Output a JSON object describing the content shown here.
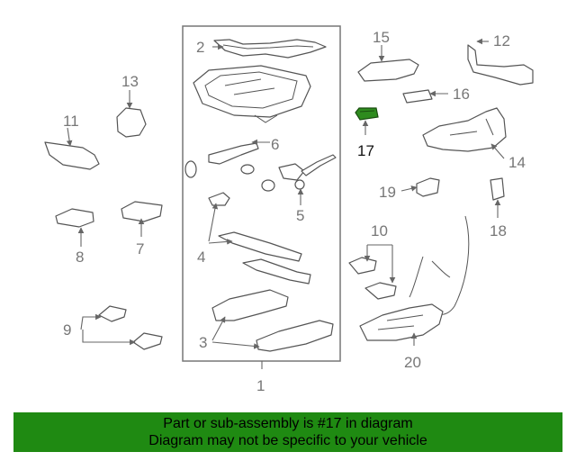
{
  "diagram": {
    "callouts": [
      "1",
      "2",
      "3",
      "4",
      "5",
      "6",
      "7",
      "8",
      "9",
      "10",
      "11",
      "12",
      "13",
      "14",
      "15",
      "16",
      "17",
      "18",
      "19",
      "20"
    ],
    "highlighted_part": "17",
    "colors": {
      "highlight": "#2e8b1e",
      "banner": "#1f8a12",
      "line": "#555555",
      "label": "#777777"
    }
  },
  "banner": {
    "line1": "Part or sub-assembly is #17 in diagram",
    "line2": "Diagram may not be specific to your vehicle"
  }
}
